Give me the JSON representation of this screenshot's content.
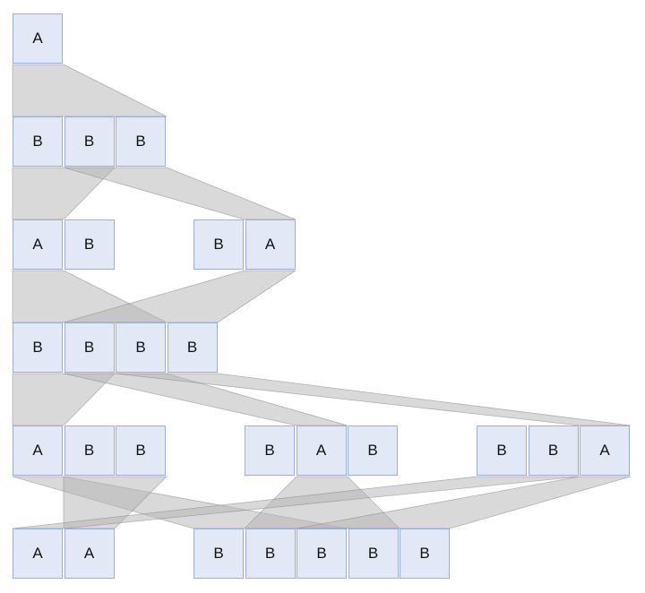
{
  "states": [
    [
      [
        "A"
      ]
    ],
    [
      [
        "B",
        "B",
        "B"
      ]
    ],
    [
      [
        "A",
        "B"
      ],
      [
        "B",
        "A"
      ]
    ],
    [
      [
        "B",
        "B",
        "B",
        "B"
      ]
    ],
    [
      [
        "A",
        "B",
        "B"
      ],
      [
        "B",
        "A",
        "B"
      ],
      [
        "B",
        "B",
        "A"
      ]
    ],
    [
      [
        "A",
        "A"
      ],
      [
        "B",
        "B",
        "B",
        "B",
        "B"
      ]
    ]
  ],
  "colors": {
    "cell_fill": "#e3e8f7",
    "cell_border": "#9aaee0",
    "edge_fill": "#b4b4b4"
  }
}
